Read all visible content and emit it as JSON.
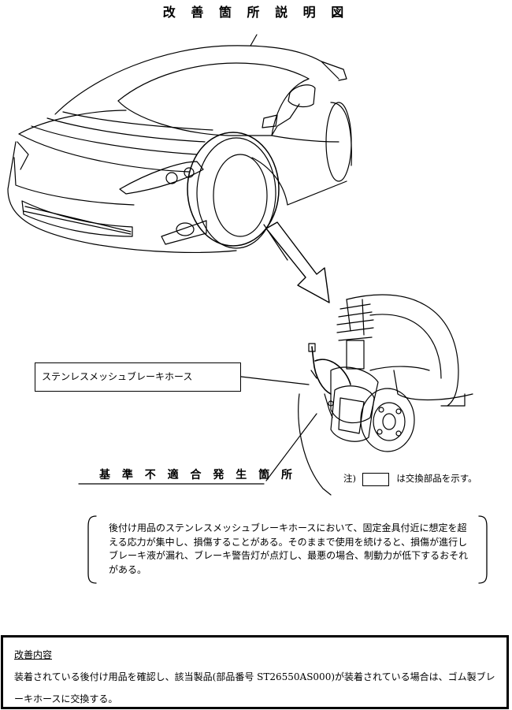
{
  "title": "改 善 箇 所 説 明 図",
  "callout_label": "ステンレスメッシュブレーキホース",
  "defect_location_label": "基 準 不 適 合 発 生 箇 所",
  "note": {
    "prefix": "注)",
    "suffix": "は交換部品を示す。"
  },
  "description": "後付け用品のステンレスメッシュブレーキホースにおいて、固定金具付近に想定を超える応力が集中し、損傷することがある。そのままで使用を続けると、損傷が進行しブレーキ液が漏れ、ブレーキ警告灯が点灯し、最悪の場合、制動力が低下するおそれがある。",
  "improvement": {
    "heading": "改善内容",
    "text": "装着されている後付け用品を確認し、該当製品(部品番号 ST26550AS000)が装着されている場合は、ゴム製ブレーキホースに交換する。"
  }
}
